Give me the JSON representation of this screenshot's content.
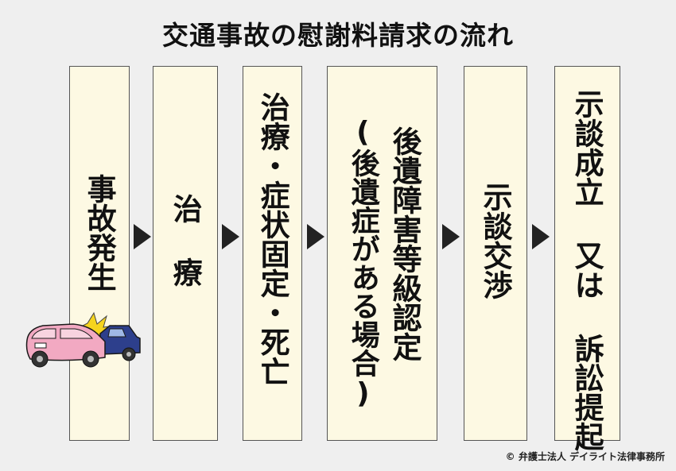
{
  "title": "交通事故の慰謝料請求の流れ",
  "steps": [
    {
      "text": "事故発生"
    },
    {
      "text": "治 療"
    },
    {
      "text": "治療・症状固定・死亡"
    },
    {
      "line1": "後遺障害等級認定",
      "line2": "(後遺症がある場合)"
    },
    {
      "text": "示談交渉"
    },
    {
      "text": "示談成立 又は 訴訟提起"
    }
  ],
  "copyright": "© 弁護士法人 デイライト法律事務所",
  "colors": {
    "background": "#efefef",
    "box_fill": "#fdf9e3",
    "box_border": "#555555",
    "arrow": "#222222",
    "car_pink": "#f2a9c2",
    "car_blue": "#2d3f8c",
    "impact": "#f5d41e"
  },
  "icons": [
    "car-crash-icon",
    "arrow-right-icon"
  ]
}
